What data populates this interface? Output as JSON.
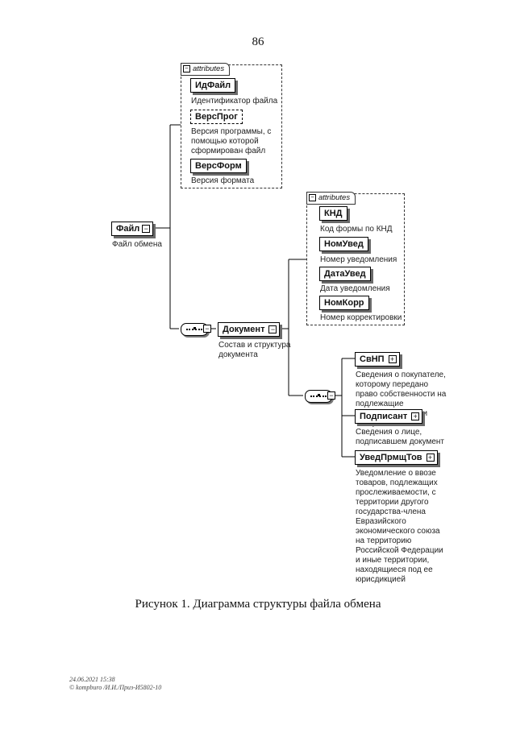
{
  "page_number": "86",
  "caption": "Рисунок 1. Диаграмма структуры файла обмена",
  "attributes_tab_label": "attributes",
  "root": {
    "name": "Файл",
    "desc": "Файл обмена",
    "attributes": [
      {
        "name": "ИдФайл",
        "desc": [
          "Идентификатор файла"
        ],
        "optional": false
      },
      {
        "name": "ВерсПрог",
        "desc": [
          "Версия программы, с",
          "помощью которой",
          "сформирован файл"
        ],
        "optional": true
      },
      {
        "name": "ВерсФорм",
        "desc": [
          "Версия формата"
        ],
        "optional": false
      }
    ]
  },
  "document": {
    "name": "Документ",
    "desc": [
      "Состав и структура",
      "документа"
    ],
    "attributes": [
      {
        "name": "КНД",
        "desc": [
          "Код формы по КНД"
        ]
      },
      {
        "name": "НомУвед",
        "desc": [
          "Номер уведомления"
        ]
      },
      {
        "name": "ДатаУвед",
        "desc": [
          "Дата уведомления"
        ]
      },
      {
        "name": "НомКорр",
        "desc": [
          "Номер корректировки"
        ]
      }
    ],
    "children": [
      {
        "name": "СвНП",
        "desc": [
          "Сведения о покупателе,",
          "которому передано",
          "право собственности на",
          "подлежащие",
          "прослеживаемости",
          "товары"
        ]
      },
      {
        "name": "Подписант",
        "desc": [
          "Сведения о лице,",
          "подписавшем документ"
        ]
      },
      {
        "name": "УведПрмщТов",
        "desc": [
          "Уведомление о ввозе",
          "товаров, подлежащих",
          "прослеживаемости, с",
          "территории другого",
          "государства-члена",
          "Евразийского",
          "экономического союза",
          "на территорию",
          "Российской Федерации",
          "и иные территории,",
          "находящиеся под ее",
          "юрисдикцией"
        ]
      }
    ]
  },
  "stamp": {
    "line1": "24.06.2021 15:38",
    "line2": "© kompburo /И.И./Приз-И5802-10"
  }
}
